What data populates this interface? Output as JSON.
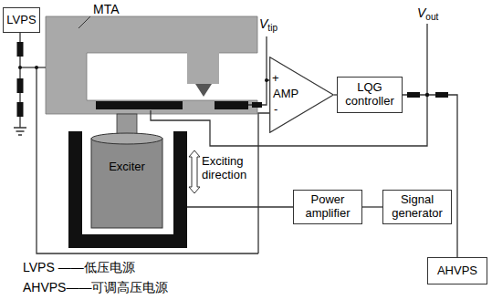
{
  "diagram": {
    "nodes": [
      {
        "text": [
          "LVPS"
        ]
      },
      {
        "text": [
          "AMP"
        ]
      },
      {
        "text": [
          "LQG controller"
        ]
      },
      {
        "text": [
          "AHVPS"
        ]
      },
      {
        "text": [
          "Exciter"
        ]
      },
      {
        "text": [
          "Power amplifier"
        ]
      },
      {
        "text": [
          "Signal generator"
        ]
      }
    ],
    "edges": [
      {
        "from": 1,
        "to": 2,
        "arrow": "none"
      },
      {
        "from": 2,
        "to": 3,
        "arrow": "none"
      },
      {
        "from": 6,
        "to": 5,
        "arrow": "none"
      },
      {
        "from": 5,
        "to": 4,
        "arrow": "none"
      }
    ],
    "labels": [
      "MTA",
      "Vtip",
      "Vout",
      "+",
      "-",
      "Exciting direction",
      "LVPS ——低压电源",
      "AHVPS——可调高压电源"
    ]
  }
}
